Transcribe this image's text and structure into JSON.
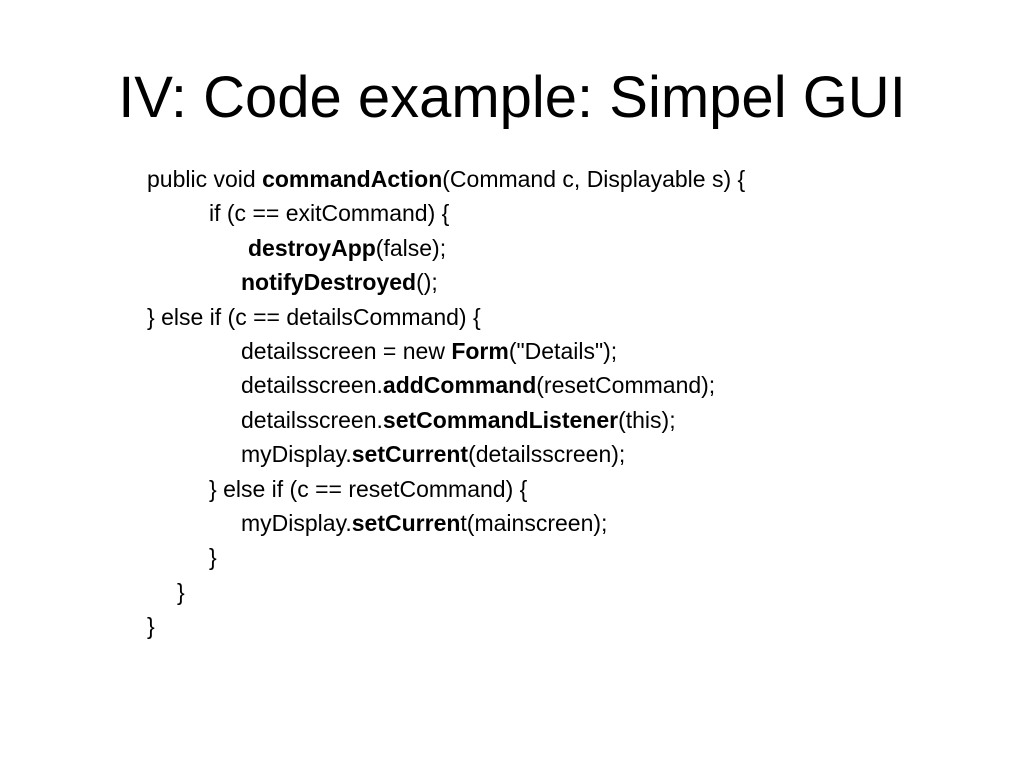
{
  "slide": {
    "title": "IV: Code example: Simpel GUI",
    "code_lines": [
      {
        "indent": 0,
        "parts": [
          {
            "text": "public void ",
            "bold": false
          },
          {
            "text": "commandAction",
            "bold": true
          },
          {
            "text": "(Command c, Displayable s) {",
            "bold": false
          }
        ]
      },
      {
        "indent": 2,
        "parts": [
          {
            "text": "if (c == exitCommand) {",
            "bold": false
          }
        ]
      },
      {
        "indent": 4,
        "parts": [
          {
            "text": "destroyApp",
            "bold": true
          },
          {
            "text": "(false);",
            "bold": false
          }
        ]
      },
      {
        "indent": 3,
        "parts": [
          {
            "text": "notifyDestroyed",
            "bold": true
          },
          {
            "text": "();",
            "bold": false
          }
        ]
      },
      {
        "indent": 0,
        "parts": [
          {
            "text": "} else if (c == detailsCommand) {",
            "bold": false
          }
        ]
      },
      {
        "indent": 3,
        "parts": [
          {
            "text": "detailsscreen = new ",
            "bold": false
          },
          {
            "text": "Form",
            "bold": true
          },
          {
            "text": "(\"Details\");",
            "bold": false
          }
        ]
      },
      {
        "indent": 3,
        "parts": [
          {
            "text": "detailsscreen.",
            "bold": false
          },
          {
            "text": "addCommand",
            "bold": true
          },
          {
            "text": "(resetCommand);",
            "bold": false
          }
        ]
      },
      {
        "indent": 3,
        "parts": [
          {
            "text": "detailsscreen.",
            "bold": false
          },
          {
            "text": "setCommandListener",
            "bold": true
          },
          {
            "text": "(this);",
            "bold": false
          }
        ]
      },
      {
        "indent": 3,
        "parts": [
          {
            "text": "myDisplay.",
            "bold": false
          },
          {
            "text": "setCurrent",
            "bold": true
          },
          {
            "text": "(detailsscreen);",
            "bold": false
          }
        ]
      },
      {
        "indent": 2,
        "parts": [
          {
            "text": "} else if (c == resetCommand) {",
            "bold": false
          }
        ]
      },
      {
        "indent": 3,
        "parts": [
          {
            "text": "myDisplay.",
            "bold": false
          },
          {
            "text": "setCurren",
            "bold": true
          },
          {
            "text": "t(mainscreen);",
            "bold": false
          }
        ]
      },
      {
        "indent": 2,
        "parts": [
          {
            "text": "}",
            "bold": false
          }
        ]
      },
      {
        "indent": 1,
        "parts": [
          {
            "text": "}",
            "bold": false
          }
        ]
      },
      {
        "indent": 0,
        "parts": [
          {
            "text": "}",
            "bold": false
          }
        ]
      }
    ]
  }
}
